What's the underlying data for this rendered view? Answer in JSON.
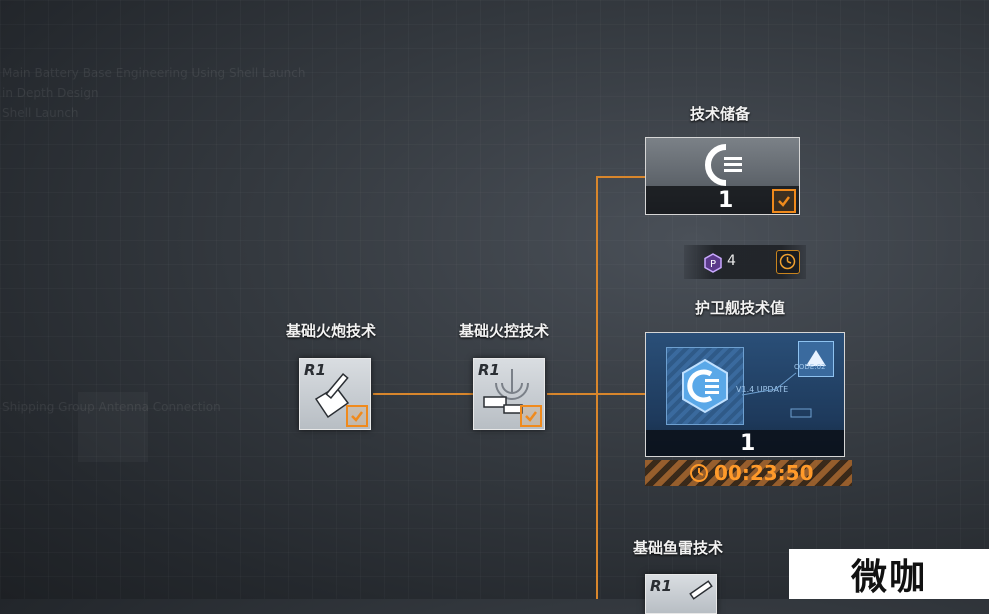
{
  "background_text": [
    "Main Battery  Base Engineering Using  Shell Launch",
    "in Depth Design",
    "Shell Launch",
    "Shipping Group Antenna Connection"
  ],
  "nodes": {
    "cannon": {
      "label": "基础火炮技术",
      "rank": "R1",
      "completed": true
    },
    "fire_control": {
      "label": "基础火控技术",
      "rank": "R1",
      "completed": true
    },
    "tech_reserve": {
      "label": "技术储备",
      "count": "1",
      "completed": true
    },
    "escort_tech": {
      "label": "护卫舰技术值",
      "count": "1",
      "screen_tag": "V1.4 UPDATE",
      "screen_id": "CODE:02",
      "timer": "00:23:50"
    },
    "torpedo": {
      "label": "基础鱼雷技术",
      "rank": "R1"
    }
  },
  "cost": {
    "value": "4"
  },
  "watermark": {
    "text": "微咖"
  },
  "colors": {
    "accent": "#f08a1c",
    "connector": "#d8862c",
    "screen_blue": "#2a4f78"
  }
}
